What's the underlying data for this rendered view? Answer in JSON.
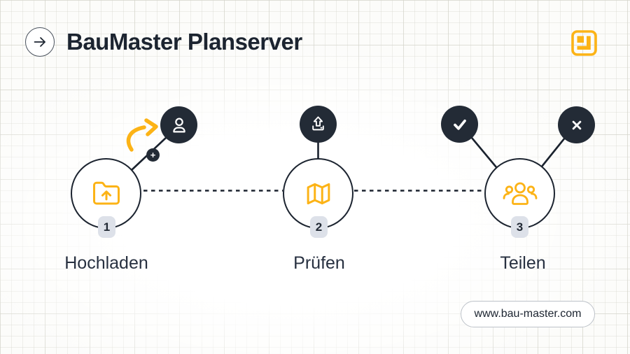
{
  "header": {
    "title": "BauMaster Planserver",
    "back_icon": "arrow-right-icon",
    "logo_icon": "brick-grid-icon"
  },
  "diagram": {
    "steps": [
      {
        "number": "1",
        "label": "Hochladen",
        "icon": "folder-upload-icon",
        "satellites": [
          "user-icon"
        ],
        "plus": "+"
      },
      {
        "number": "2",
        "label": "Prüfen",
        "icon": "map-icon",
        "satellites": [
          "upload-tray-icon"
        ]
      },
      {
        "number": "3",
        "label": "Teilen",
        "icon": "users-icon",
        "satellites": [
          "check-icon",
          "x-icon"
        ]
      }
    ]
  },
  "footer": {
    "website": "www.bau-master.com"
  },
  "colors": {
    "accent_yellow": "#FCB316",
    "dark_navy": "#232B36",
    "text_dark": "#1C2430",
    "badge_bg": "#DDE1E9",
    "grid_line": "#D5D5CC"
  }
}
